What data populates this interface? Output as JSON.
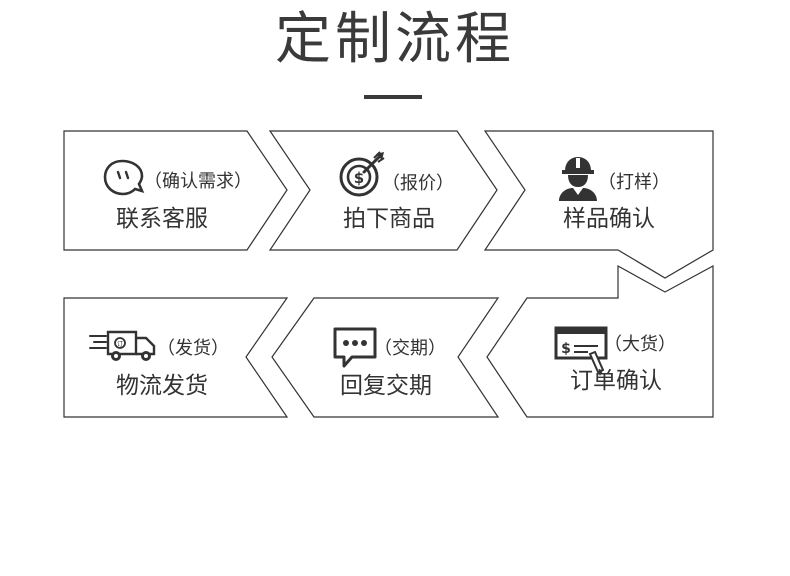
{
  "title": "定制流程",
  "steps": [
    {
      "label": "联系客服",
      "sub": "（确认需求）",
      "icon": "chat-bubble-icon"
    },
    {
      "label": "拍下商品",
      "sub": "（报价）",
      "icon": "target-dollar-icon"
    },
    {
      "label": "样品确认",
      "sub": "（打样）",
      "icon": "worker-helmet-icon"
    },
    {
      "label": "订单确认",
      "sub": "（大货）",
      "icon": "check-signing-icon"
    },
    {
      "label": "回复交期",
      "sub": "（交期）",
      "icon": "message-dots-icon"
    },
    {
      "label": "物流发货",
      "sub": "（发货）",
      "icon": "delivery-van-icon"
    }
  ],
  "colors": {
    "stroke": "#333333",
    "text": "#333333"
  }
}
